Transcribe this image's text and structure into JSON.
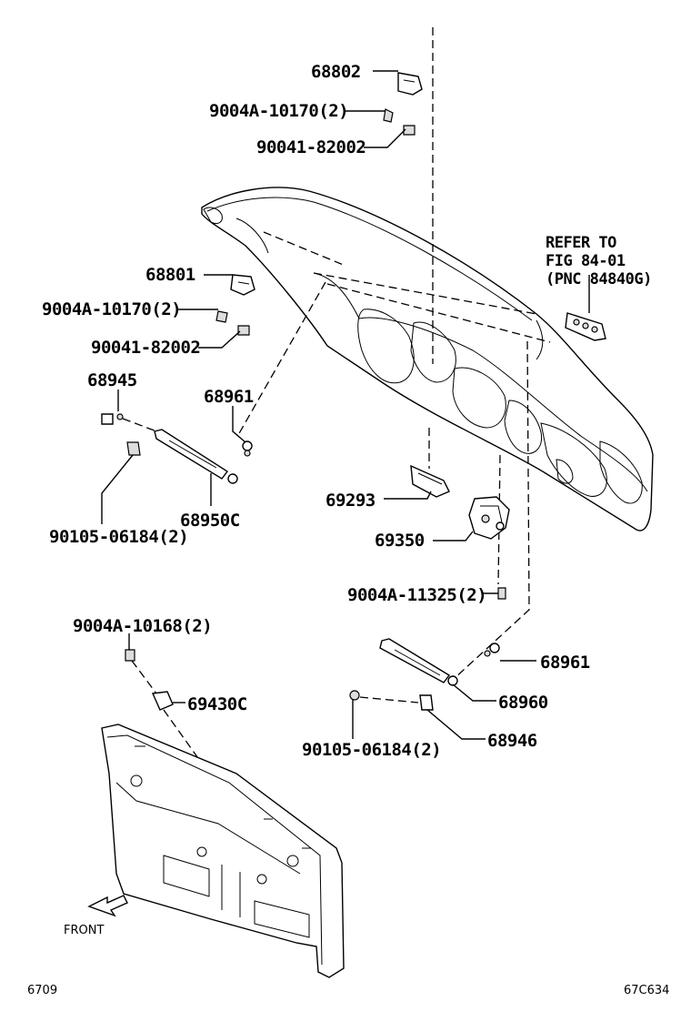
{
  "callouts": {
    "p68802": "68802",
    "p9004A_10170_top": "9004A-10170(2)",
    "p90041_82002_top": "90041-82002",
    "refer_line1": "REFER TO",
    "refer_line2": "FIG 84-01",
    "refer_line3": "(PNC 84840G)",
    "p68801": "68801",
    "p9004A_10170_mid": "9004A-10170(2)",
    "p90041_82002_mid": "90041-82002",
    "p68945": "68945",
    "p68961_left": "68961",
    "p69293": "69293",
    "p68950C": "68950C",
    "p90105_06184_left": "90105-06184(2)",
    "p69350": "69350",
    "p9004A_11325": "9004A-11325(2)",
    "p9004A_10168": "9004A-10168(2)",
    "p68961_right": "68961",
    "p69430C": "69430C",
    "p68960": "68960",
    "p68946": "68946",
    "p90105_06184_right": "90105-06184(2)",
    "front": "FRONT"
  },
  "footer": {
    "left_code": "6709",
    "right_code": "67C634"
  }
}
